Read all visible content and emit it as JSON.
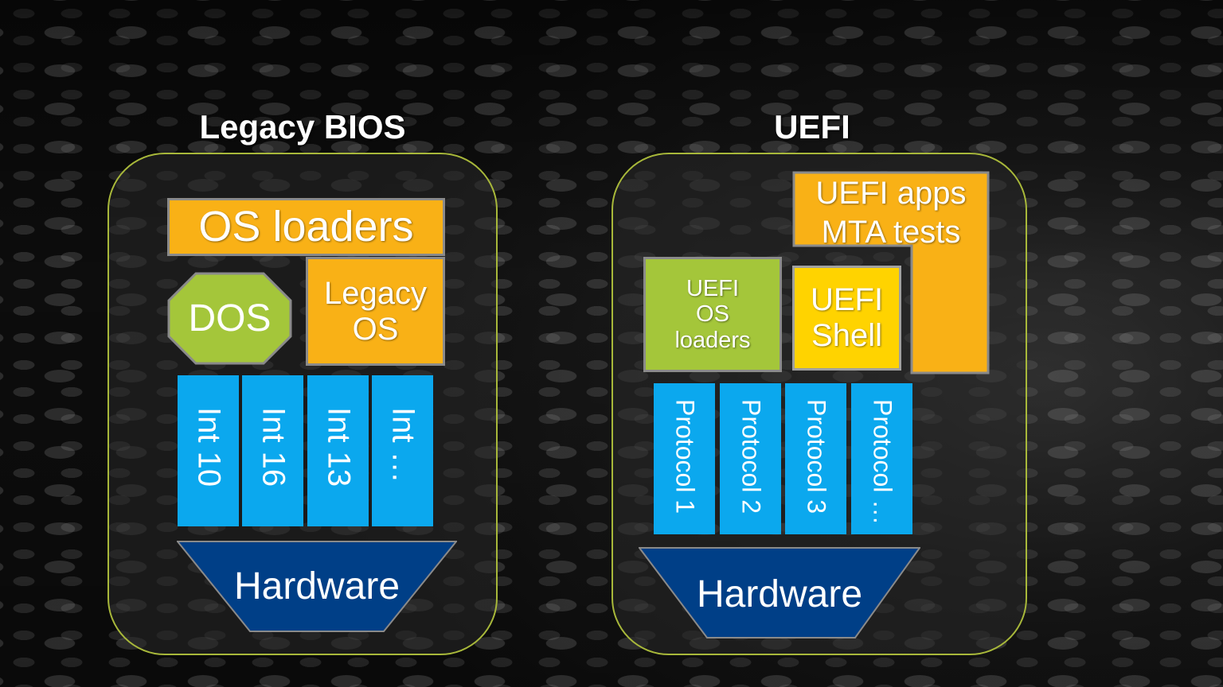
{
  "legacy": {
    "title": "Legacy BIOS",
    "os_loaders": "OS loaders",
    "dos": "DOS",
    "legacy_os": [
      "Legacy",
      "OS"
    ],
    "interrupts": [
      "Int 10",
      "Int 16",
      "Int 13",
      "Int …"
    ],
    "hardware": "Hardware"
  },
  "uefi": {
    "title": "UEFI",
    "apps": [
      "UEFI apps",
      "MTA tests"
    ],
    "os_loaders": [
      "UEFI",
      "OS",
      "loaders"
    ],
    "shell": [
      "UEFI",
      "Shell"
    ],
    "protocols": [
      "Protocol 1",
      "Protocol 2",
      "Protocol 3",
      "Protocol …"
    ],
    "hardware": "Hardware"
  },
  "colors": {
    "orange": "#f9b116",
    "green": "#a4c63a",
    "yellow": "#ffd300",
    "blue": "#0ba8ee",
    "navy": "#003f87",
    "panel_border": "#a8b83a"
  }
}
